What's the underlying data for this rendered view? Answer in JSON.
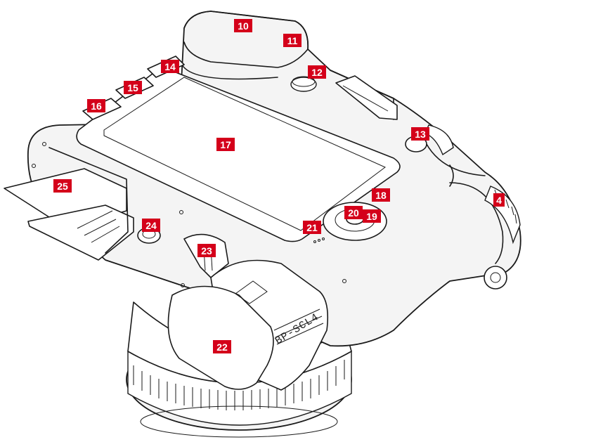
{
  "figure": {
    "colors": {
      "callout": "#d4001a",
      "callout_text": "#ffffff",
      "line": "#1a1a1a",
      "body": "#f4f4f4"
    },
    "battery_label": "BP-SCL4",
    "callouts": [
      "4",
      "10",
      "11",
      "12",
      "13",
      "14",
      "15",
      "16",
      "17",
      "18",
      "19",
      "20",
      "21",
      "22",
      "23",
      "24",
      "25"
    ]
  }
}
